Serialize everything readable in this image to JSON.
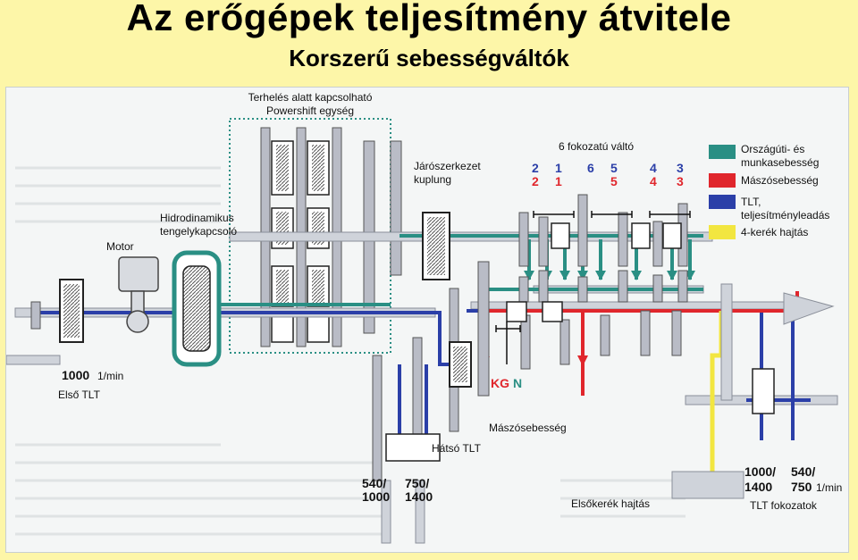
{
  "title": "Az erőgépek teljesítmény átvitele",
  "subtitle": "Korszerű sebességváltók",
  "labels": {
    "powershift_line1": "Terhelés alatt kapcsolható",
    "powershift_line2": "Powershift egység",
    "hydro_line1": "Hidrodinamikus",
    "hydro_line2": "tengelykapcsoló",
    "motor": "Motor",
    "clutch_line1": "Járószerkezet",
    "clutch_line2": "kuplung",
    "six_speed": "6 fokozatú váltó",
    "front_rpm_value": "1000",
    "front_rpm_unit": "1/min",
    "front_pto": "Első TLT",
    "rear_pto": "Hátsó TLT",
    "rear_speed_1": "540/",
    "rear_speed_2": "1000",
    "rear_speed_3": "750/",
    "rear_speed_4": "1400",
    "creep_speed": "Mászósebesség",
    "kg": "KG",
    "n": "N",
    "front_drive": "Elsőkerék hajtás",
    "pto_gears": "TLT fokozatok",
    "pto_speed_1": "1000/",
    "pto_speed_2": "1400",
    "pto_speed_3": "540/",
    "pto_speed_4": "750",
    "pto_speed_unit": "1/min"
  },
  "gear_numbers": {
    "top": [
      "2",
      "1",
      "6",
      "5",
      "4",
      "3"
    ],
    "bottom": [
      "2",
      "1",
      "5",
      "4",
      "3"
    ]
  },
  "legend": [
    {
      "label_line1": "Országúti- és",
      "label_line2": "munkasebesség",
      "color": "#2a8f84"
    },
    {
      "label_line1": "Mászósebesség",
      "label_line2": "",
      "color": "#e0262c"
    },
    {
      "label_line1": "TLT,",
      "label_line2": "teljesítményleadás",
      "color": "#2b3fa8"
    },
    {
      "label_line1": "4-kerék hajtás",
      "label_line2": "",
      "color": "#f2e640"
    }
  ],
  "colors": {
    "road": "#2a8f84",
    "creep": "#e0262c",
    "pto": "#2b3fa8",
    "four_wd": "#f2e640",
    "gear": "#b9bcc6",
    "shaft": "#cfd3da"
  }
}
